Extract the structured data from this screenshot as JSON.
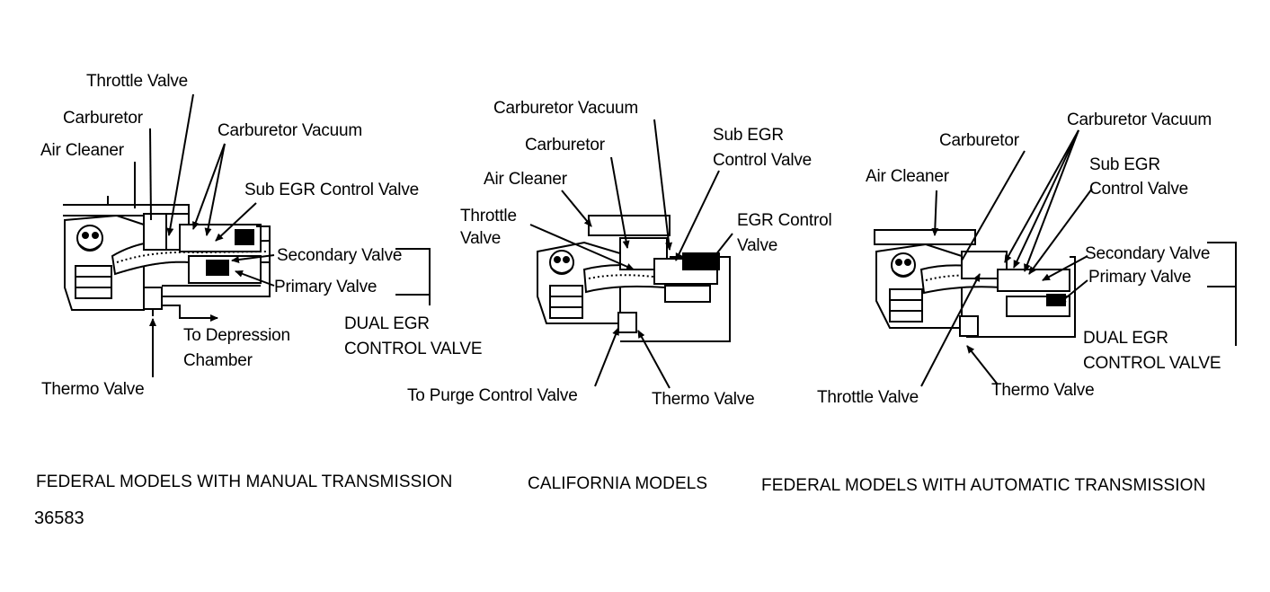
{
  "diagram_left": {
    "labels": {
      "throttle_valve": "Throttle Valve",
      "carburetor": "Carburetor",
      "carburetor_vacuum": "Carburetor Vacuum",
      "air_cleaner": "Air Cleaner",
      "sub_egr_control_valve": "Sub EGR Control Valve",
      "secondary_valve": "Secondary Valve",
      "primary_valve": "Primary Valve",
      "dual_egr_line1": "DUAL EGR",
      "dual_egr_line2": "CONTROL VALVE",
      "to_depression_line1": "To Depression",
      "to_depression_line2": "Chamber",
      "thermo_valve": "Thermo Valve"
    },
    "caption": "FEDERAL MODELS WITH MANUAL TRANSMISSION"
  },
  "diagram_middle": {
    "labels": {
      "carburetor_vacuum": "Carburetor Vacuum",
      "carburetor": "Carburetor",
      "sub_egr_line1": "Sub EGR",
      "sub_egr_line2": "Control Valve",
      "air_cleaner": "Air Cleaner",
      "throttle_line1": "Throttle",
      "throttle_line2": "Valve",
      "egr_control_line1": "EGR Control",
      "egr_control_line2": "Valve",
      "to_purge_control_valve": "To Purge Control Valve",
      "thermo_valve": "Thermo Valve"
    },
    "caption": "CALIFORNIA MODELS"
  },
  "diagram_right": {
    "labels": {
      "carburetor_vacuum": "Carburetor Vacuum",
      "carburetor": "Carburetor",
      "sub_egr_line1": "Sub EGR",
      "sub_egr_line2": "Control Valve",
      "air_cleaner": "Air Cleaner",
      "secondary_valve": "Secondary Valve",
      "primary_valve": "Primary Valve",
      "dual_egr_line1": "DUAL EGR",
      "dual_egr_line2": "CONTROL VALVE",
      "throttle_valve": "Throttle Valve",
      "thermo_valve": "Thermo Valve"
    },
    "caption": "FEDERAL MODELS WITH AUTOMATIC TRANSMISSION"
  },
  "figure_number": "36583"
}
